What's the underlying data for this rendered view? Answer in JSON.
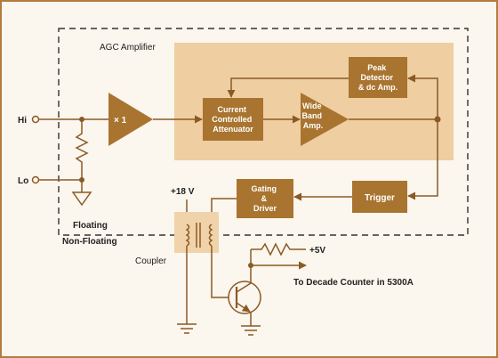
{
  "diagram": {
    "colors": {
      "frame": "#b37b3e",
      "block": "#a9742f",
      "shade": "#efcea1",
      "wire": "#8a5a25",
      "text": "#222222",
      "block_text": "#ffffff",
      "coupler_shade": "#f0d3aa"
    },
    "labels": {
      "agc_amplifier": "AGC Amplifier",
      "hi": "Hi",
      "lo": "Lo",
      "buffer_gain": "× 1",
      "attenuator": [
        "Current",
        "Controlled",
        "Attenuator"
      ],
      "wideband": [
        "Wide",
        "Band",
        "Amp."
      ],
      "peak_detector": [
        "Peak",
        "Detector",
        "& dc Amp."
      ],
      "trigger": "Trigger",
      "gating_driver": [
        "Gating",
        "&",
        "Driver"
      ],
      "plus18": "+18 V",
      "plus5": "+5V",
      "floating": "Floating",
      "non_floating": "Non-Floating",
      "coupler": "Coupler",
      "output": "To Decade Counter in 5300A"
    }
  }
}
